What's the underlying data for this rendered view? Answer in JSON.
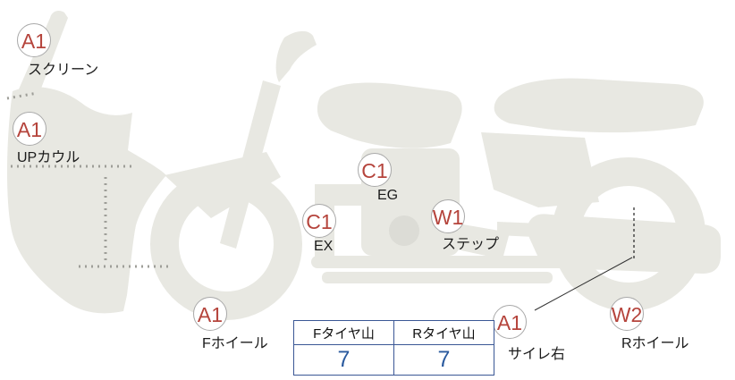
{
  "diagram": {
    "markers": [
      {
        "code": "A1",
        "label": "スクリーン"
      },
      {
        "code": "A1",
        "label": "UPカウル"
      },
      {
        "code": "C1",
        "label": "EG"
      },
      {
        "code": "C1",
        "label": "EX"
      },
      {
        "code": "W1",
        "label": "ステップ"
      },
      {
        "code": "A1",
        "label": "Fホイール"
      },
      {
        "code": "A1",
        "label": "サイレ右"
      },
      {
        "code": "W2",
        "label": "Rホイール"
      }
    ],
    "tire_table": {
      "front_header": "Fタイヤ山",
      "rear_header": "Rタイヤ山",
      "front_value": "7",
      "rear_value": "7"
    },
    "colors": {
      "marker_text": "#b5443c",
      "marker_border": "#a9a9a9",
      "body_gray": "#e8e8e2",
      "table_border": "#3a5795",
      "table_value_blue": "#2a5a9e"
    }
  }
}
